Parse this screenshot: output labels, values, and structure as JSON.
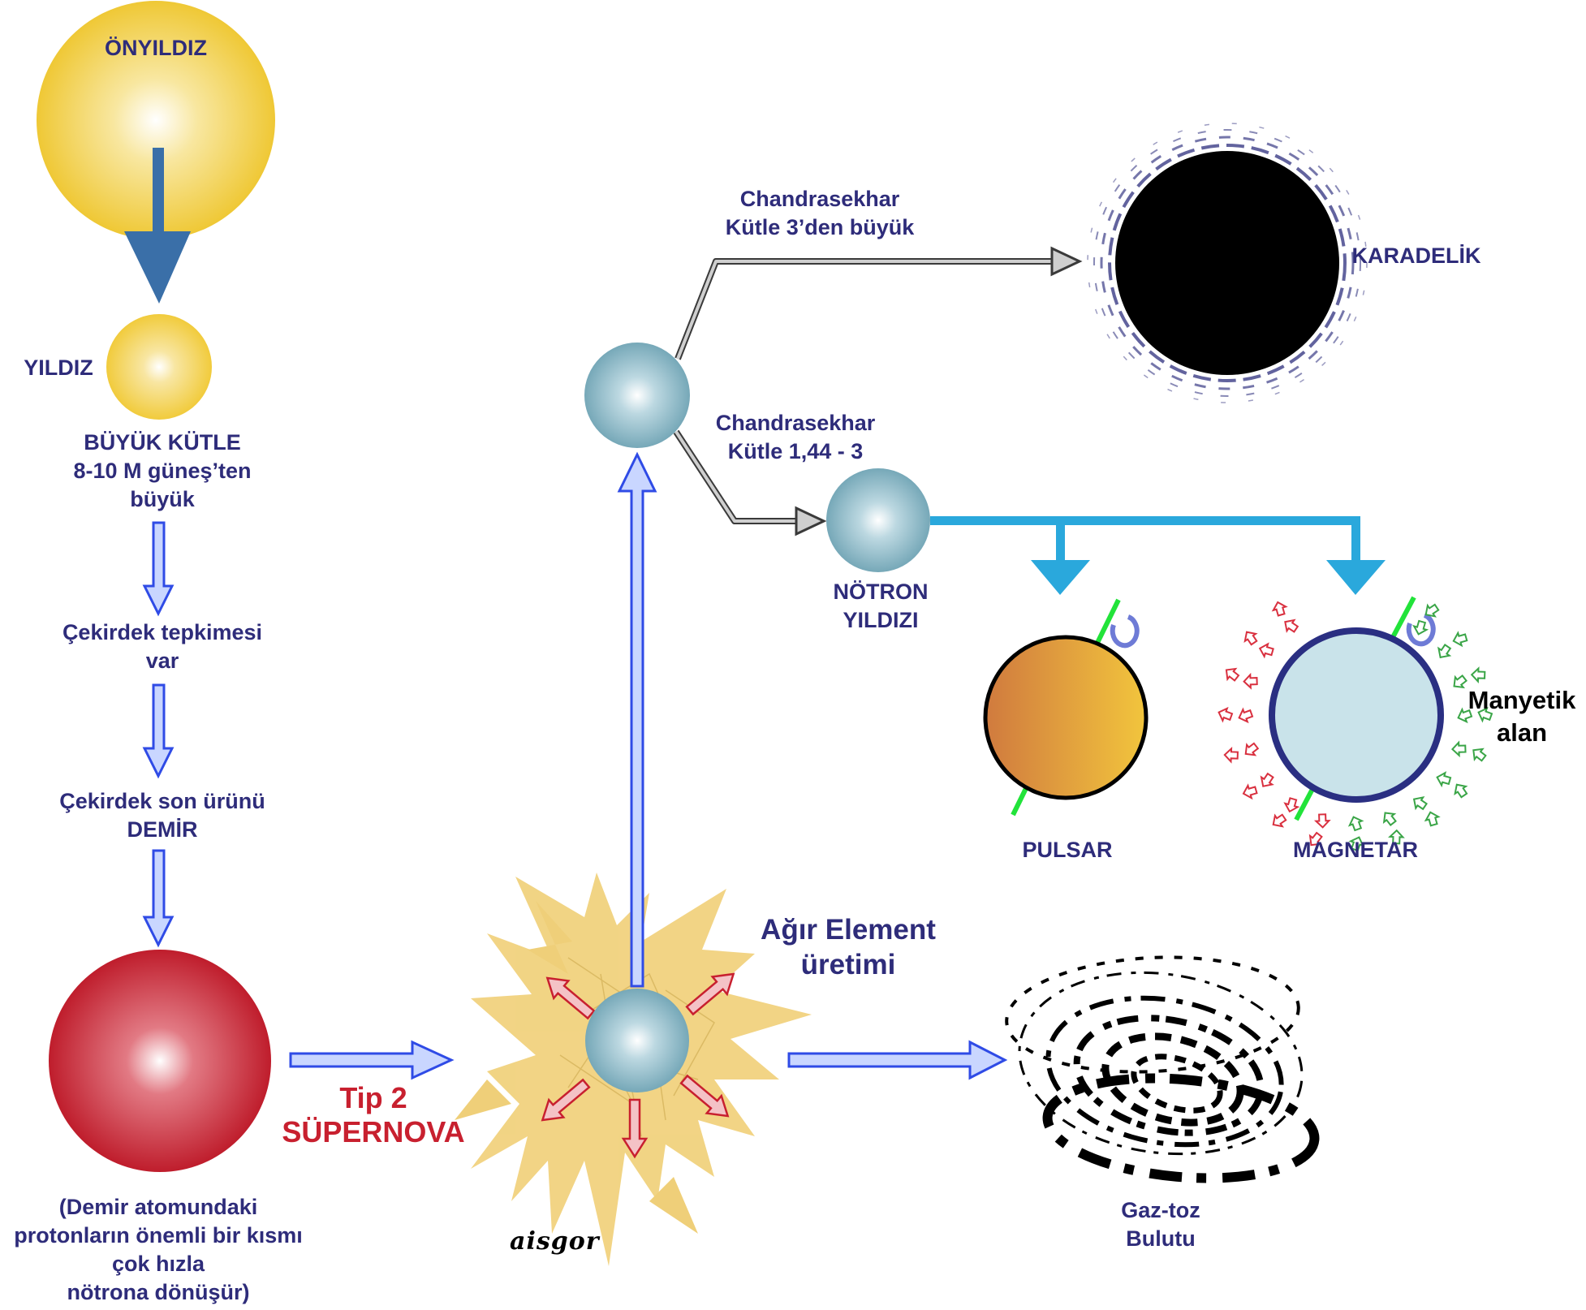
{
  "colors": {
    "label": "#2e2c7a",
    "supernova_label": "#c8202f",
    "protostar": "#f0c93a",
    "star": "#f3cf45",
    "red_giant": "#c21f2e",
    "neutron": "#7faebd",
    "blue_arrow": "#2f4be6",
    "cyan_arrow": "#2aa8dc",
    "gray_arrow": "#8a8a8a",
    "burst": "#f1d27e",
    "magnetar_body": "#c9e3ea",
    "magnetar_ring": "#2a2f82",
    "pulsar_body": "#e2973f",
    "axis": "#22e33a"
  },
  "labels": {
    "protostar": "ÖNYILDIZ",
    "star": "YILDIZ",
    "mass": [
      "BÜYÜK KÜTLE",
      "8-10 M güneş’ten",
      "büyük"
    ],
    "fusion": [
      "Çekirdek tepkimesi",
      "var"
    ],
    "iron": [
      "Çekirdek son ürünü",
      "DEMİR"
    ],
    "note": [
      "(Demir atomundaki",
      "protonların önemli bir kısmı",
      "çok hızla",
      "nötrona dönüşür)"
    ],
    "supernova": [
      "Tip 2",
      "SÜPERNOVA"
    ],
    "heavy": [
      "Ağır Element",
      "üretimi"
    ],
    "bh_cond": [
      "Chandrasekhar",
      "Kütle 3’den büyük"
    ],
    "ns_cond": [
      "Chandrasekhar",
      "Kütle 1,44 - 3"
    ],
    "black_hole": "KARADELİK",
    "neutron_star": [
      "NÖTRON",
      "YILDIZI"
    ],
    "pulsar": "PULSAR",
    "magnetar": "MAGNETAR",
    "field": [
      "Manyetik",
      "alan"
    ],
    "cloud": [
      "Gaz-toz",
      "Bulutu"
    ],
    "signature": "aisgor"
  }
}
